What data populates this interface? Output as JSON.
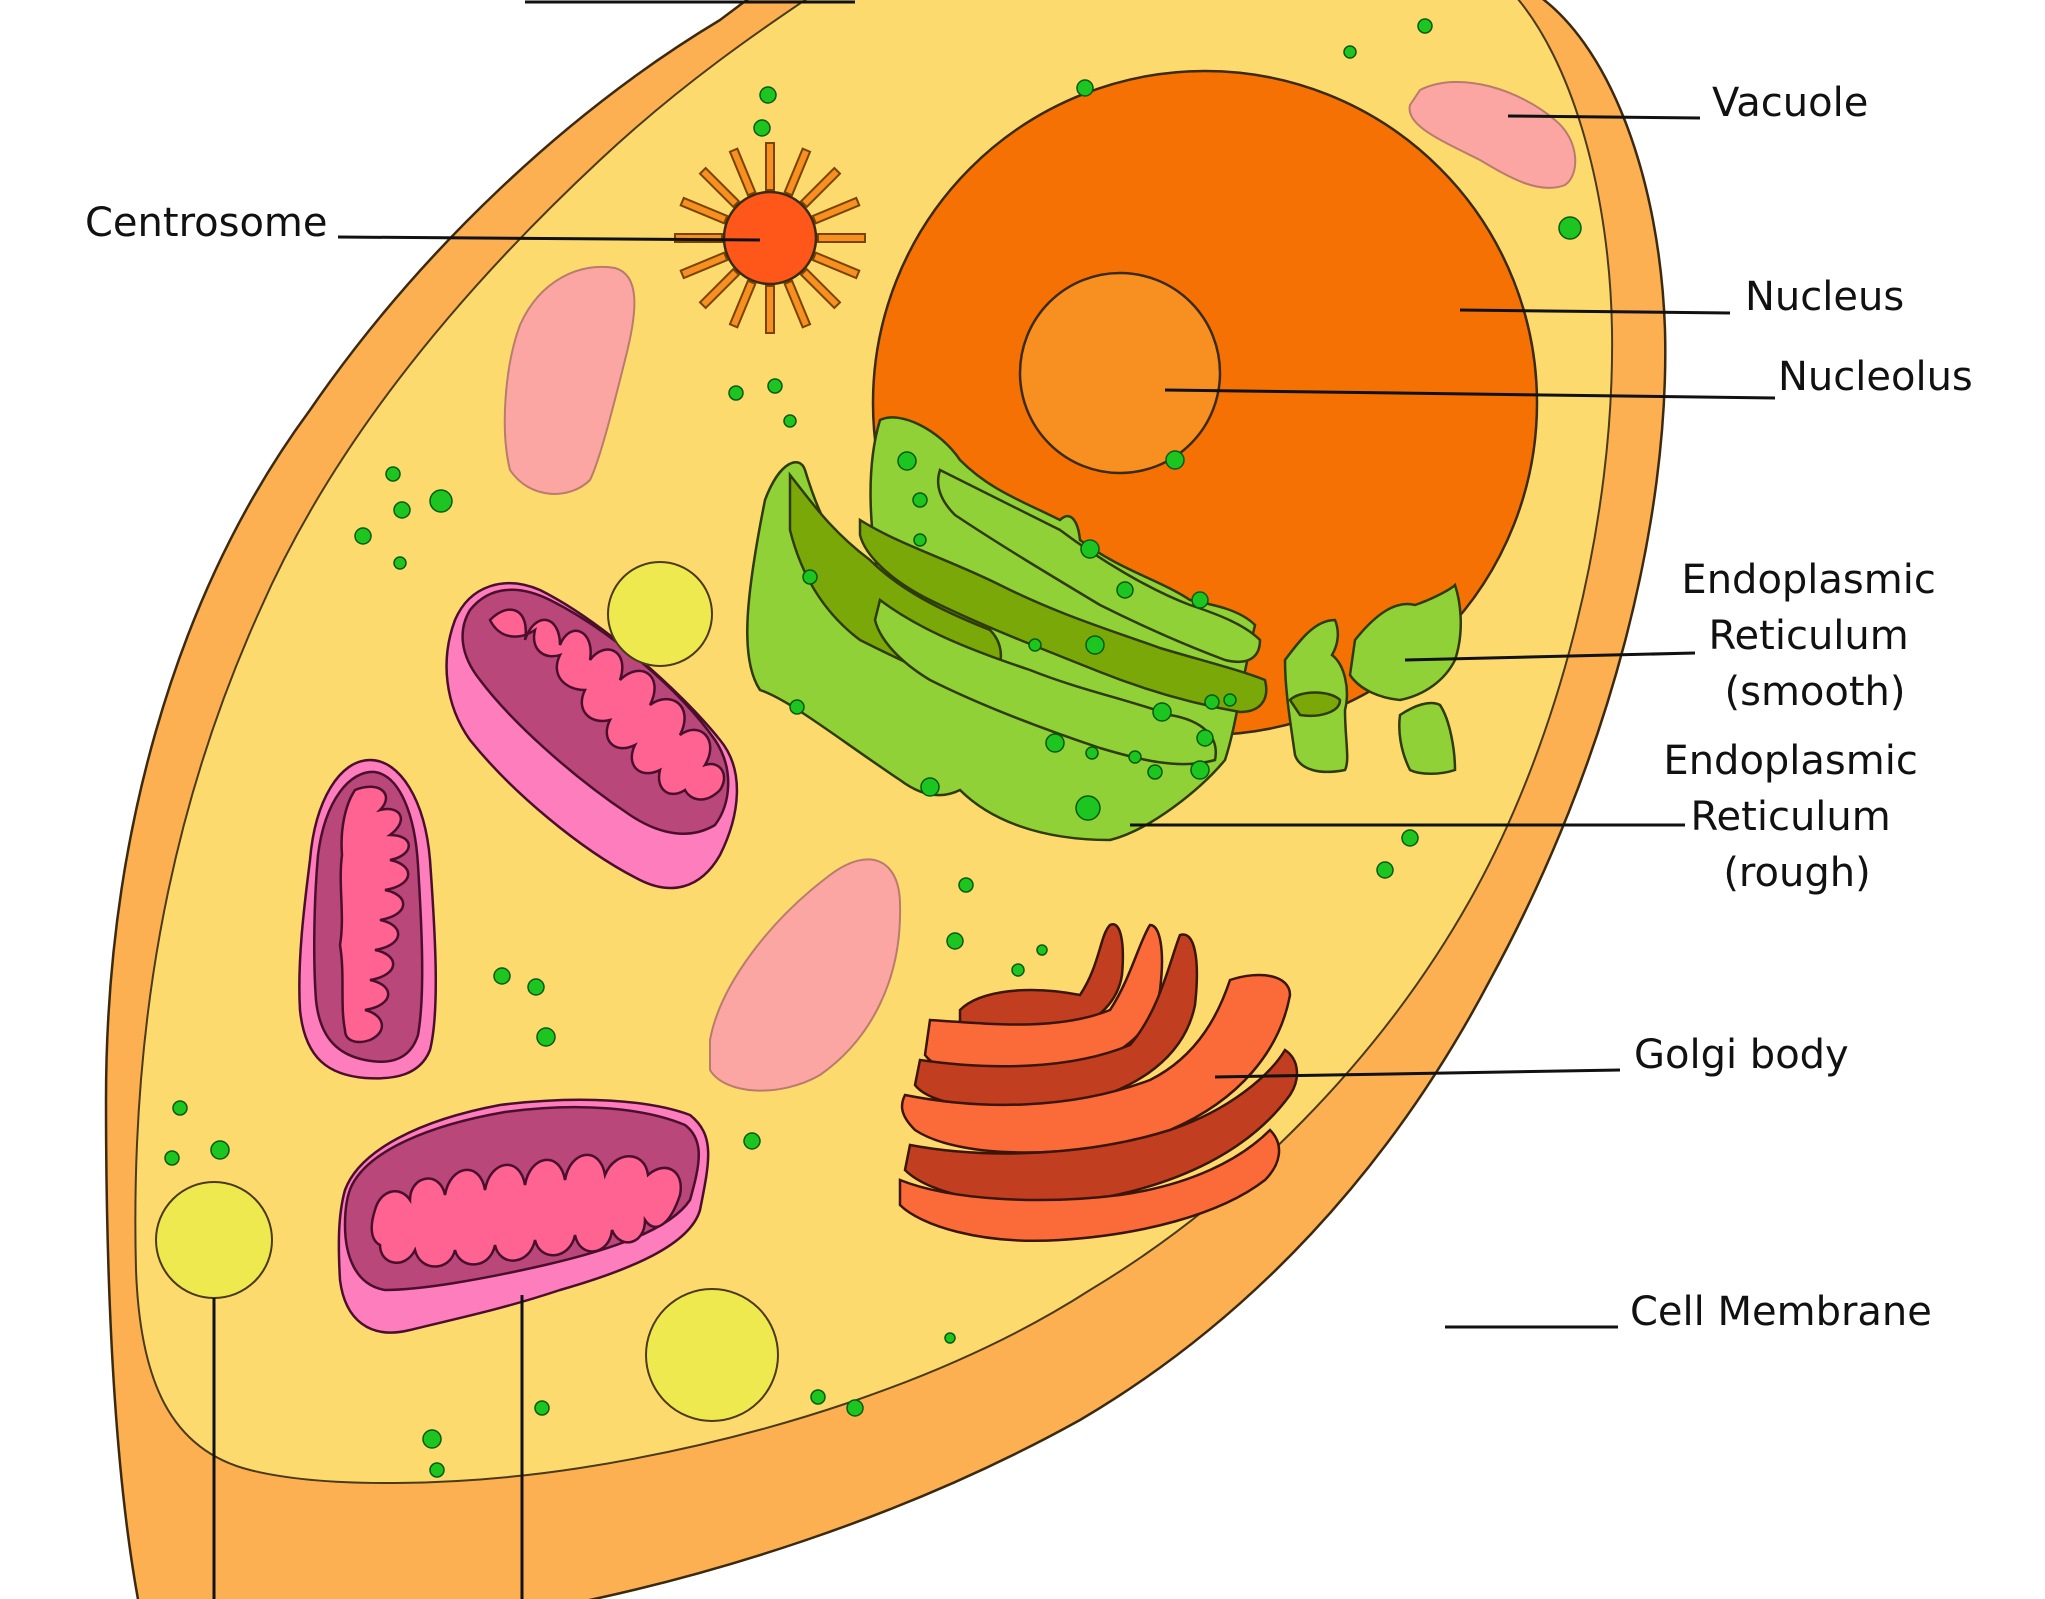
{
  "diagram": {
    "labels": {
      "vacuole": "Vacuole",
      "centrosome": "Centrosome",
      "nucleus": "Nucleus",
      "nucleolus": "Nucleolus",
      "er_smooth": [
        "Endoplasmic",
        "Reticulum",
        "(smooth)"
      ],
      "er_rough": [
        "Endoplasmic",
        "Reticulum",
        "(rough)"
      ],
      "golgi": "Golgi body",
      "cell_membrane": "Cell Membrane"
    },
    "colors": {
      "membrane": "#FDB051",
      "cytoplasm": "#FDDA6E",
      "nucleus": "#F57104",
      "nucleolus": "#F79021",
      "centrosome": "#FE5719",
      "vacuole": "#FBA6A2",
      "er": "#90D138",
      "er_dark": "#7AA808",
      "mitochondria_outer": "#FE7DBD",
      "mitochondria_inner": "#B9477A",
      "mitochondria_cristae": "#FE6392",
      "golgi_light": "#FB6B3A",
      "golgi_dark": "#C23E21",
      "lysosome": "#EEE94F",
      "ribosome": "#1DC520"
    }
  }
}
